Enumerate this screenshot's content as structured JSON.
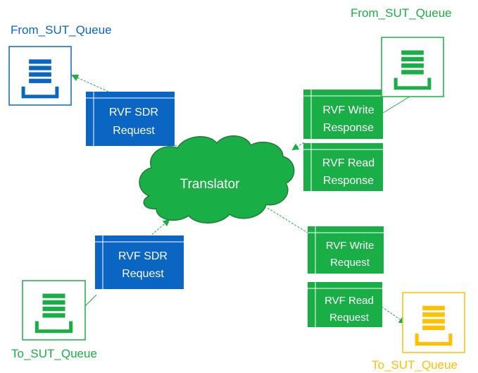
{
  "colors": {
    "blue": "#0a66c2",
    "green": "#1aae46",
    "yellow": "#ffc000",
    "white": "#ffffff",
    "cloud_outline": "#1e7d36"
  },
  "queues": {
    "top_left": {
      "label": "From_SUT_Queue",
      "icon": "queue-icon",
      "color": "blue"
    },
    "top_right": {
      "label": "From_SUT_Queue",
      "icon": "queue-icon",
      "color": "green"
    },
    "bottom_left": {
      "label": "To_SUT_Queue",
      "icon": "queue-icon",
      "color": "green"
    },
    "bottom_right": {
      "label": "To_SUT_Queue",
      "icon": "queue-icon",
      "color": "yellow"
    }
  },
  "translator": {
    "label": "Translator"
  },
  "messages": {
    "sdr_request_top": {
      "line1": "RVF SDR",
      "line2": "Request"
    },
    "write_response": {
      "line1": "RVF Write",
      "line2": "Response"
    },
    "read_response": {
      "line1": "RVF Read",
      "line2": "Response"
    },
    "sdr_request_bottom": {
      "line1": "RVF SDR",
      "line2": "Request"
    },
    "write_request": {
      "line1": "RVF Write",
      "line2": "Request"
    },
    "read_request": {
      "line1": "RVF Read",
      "line2": "Request"
    }
  }
}
